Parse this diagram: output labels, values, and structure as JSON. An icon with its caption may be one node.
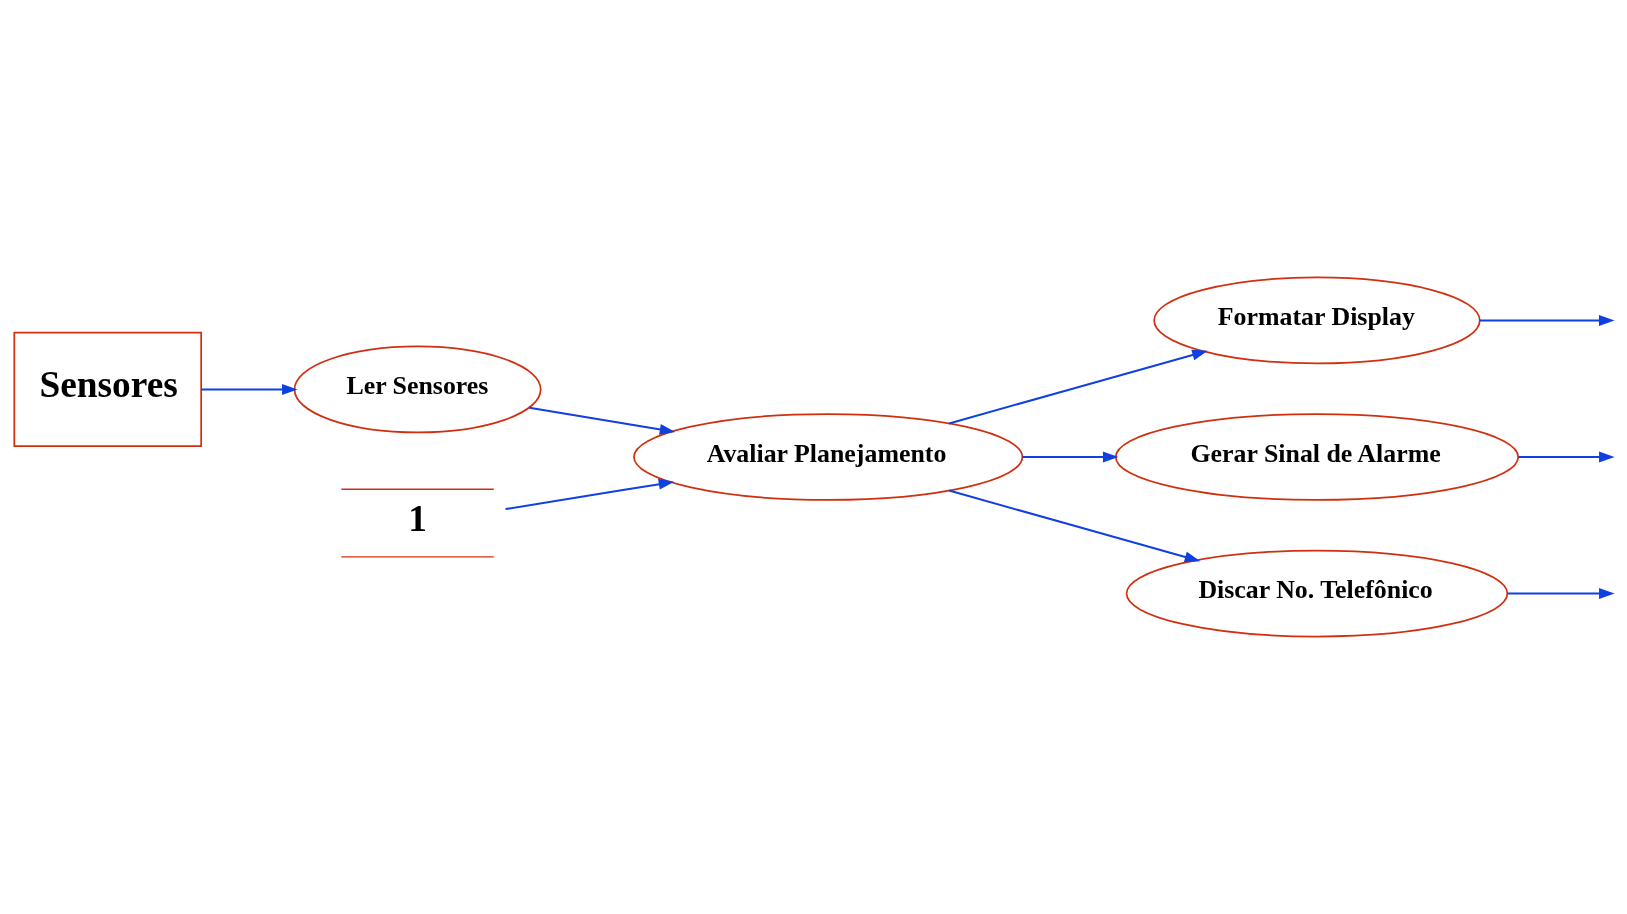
{
  "diagram": {
    "nodes": [
      {
        "text": [
          "Sensores"
        ]
      },
      {
        "text": [
          "1"
        ]
      },
      {
        "text": [
          "Ler Sensores"
        ]
      },
      {
        "text": [
          "Avaliar Planejamento"
        ]
      },
      {
        "text": [
          "Formatar Display"
        ]
      },
      {
        "text": [
          "Gerar Sinal de Alarme"
        ]
      },
      {
        "text": [
          "Discar No. Telefônico"
        ]
      }
    ],
    "edges": [
      {
        "from": 0,
        "to": 2,
        "arrow": "to"
      },
      {
        "from": 2,
        "to": 3,
        "arrow": "to"
      },
      {
        "from": 1,
        "to": 3,
        "arrow": "to"
      },
      {
        "from": 3,
        "to": 4,
        "arrow": "to"
      },
      {
        "from": 3,
        "to": 5,
        "arrow": "to"
      },
      {
        "from": 3,
        "to": 6,
        "arrow": "to"
      },
      {
        "from": 4,
        "to": null,
        "arrow": "to"
      },
      {
        "from": 5,
        "to": null,
        "arrow": "to"
      },
      {
        "from": 6,
        "to": null,
        "arrow": "to"
      }
    ]
  }
}
